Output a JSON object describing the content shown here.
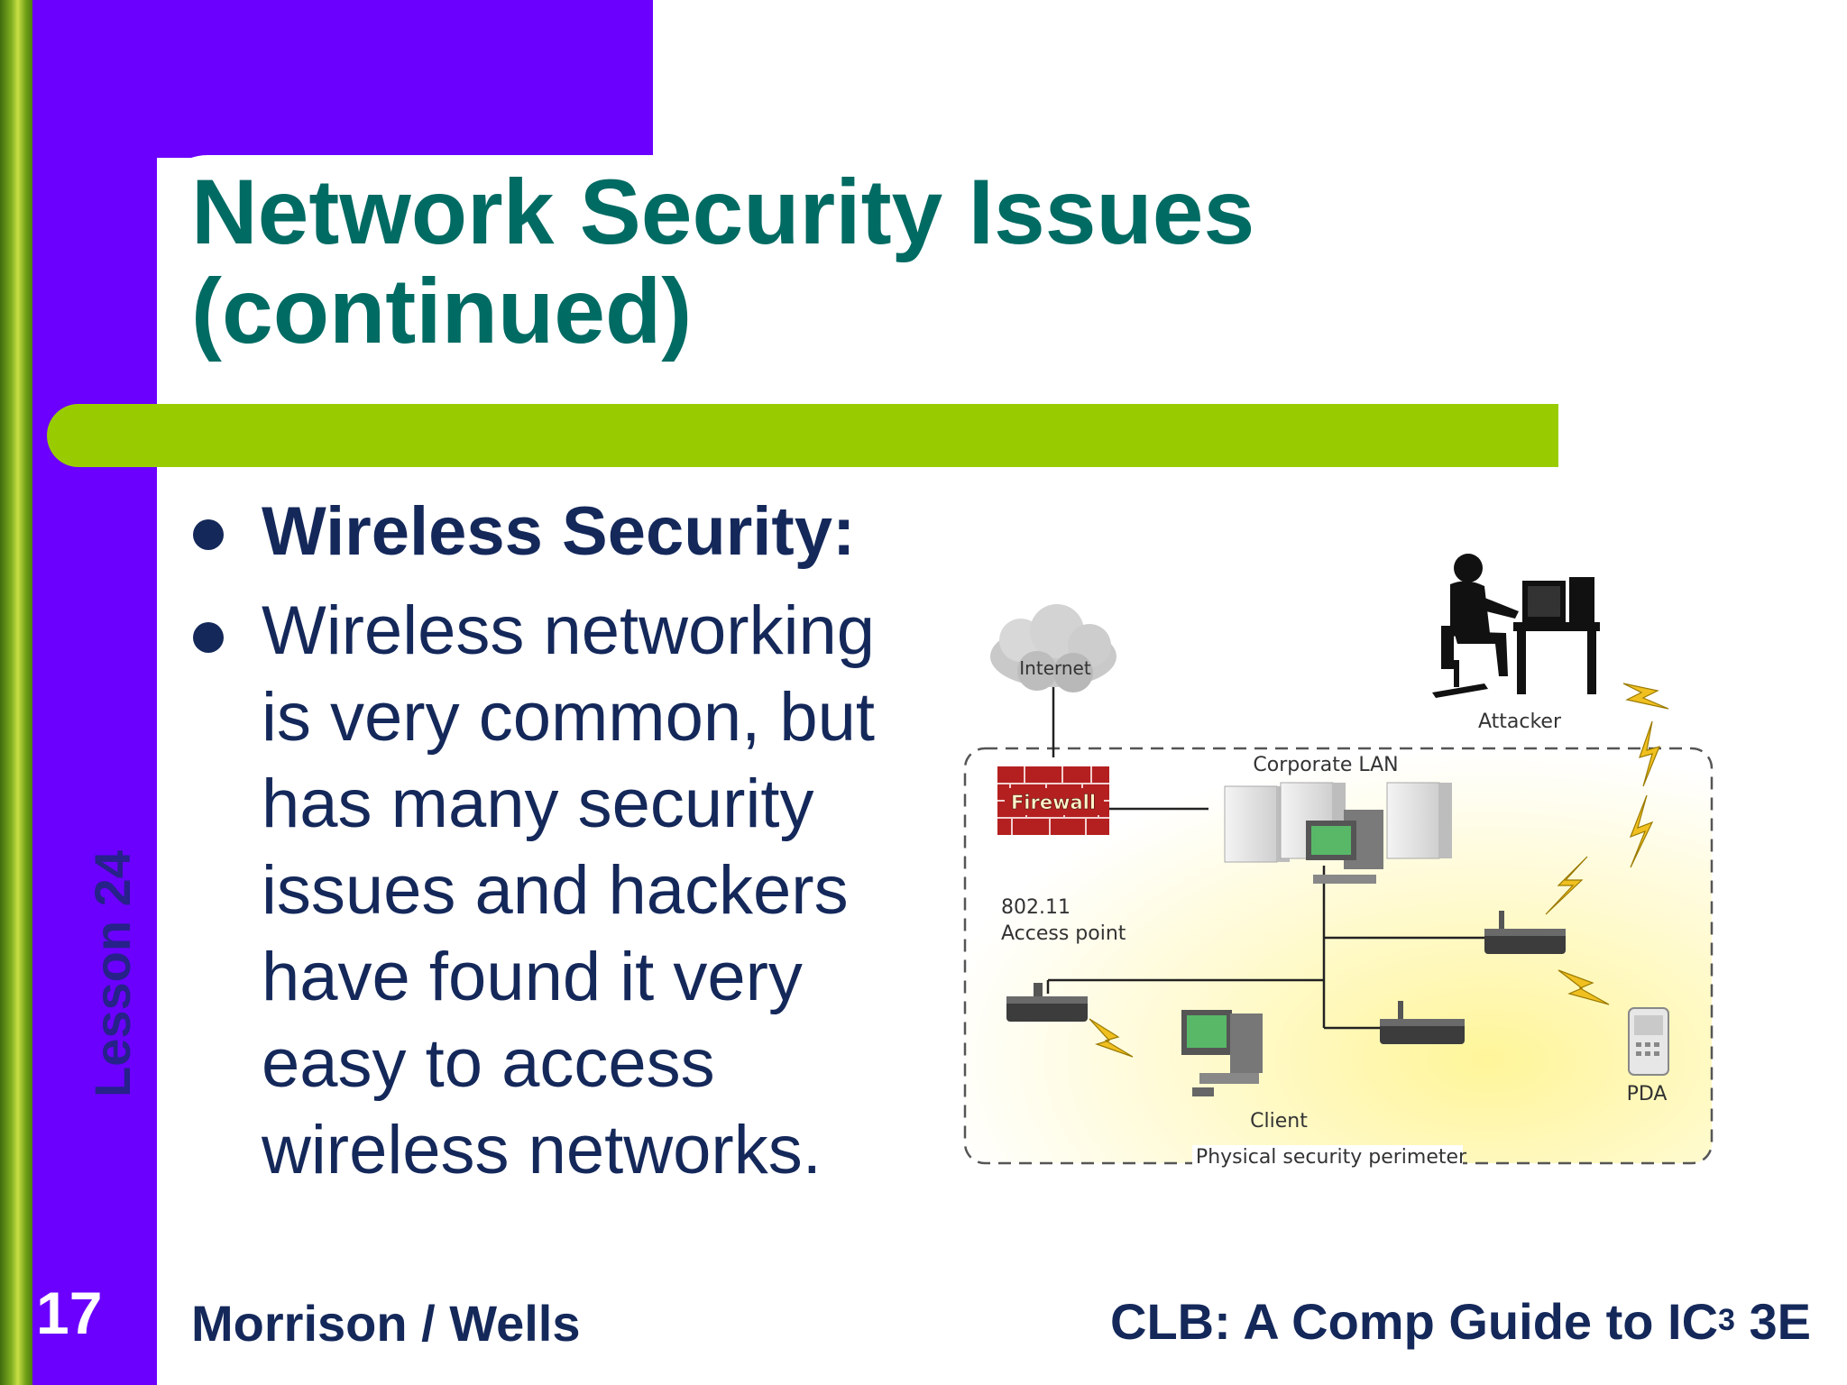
{
  "slide": {
    "title": "Network Security Issues (continued)",
    "lesson_label": "Lesson 24",
    "slide_number": "17",
    "footer_left": "Morrison / Wells",
    "footer_right_prefix": "CLB: A Comp Guide to IC",
    "footer_right_superscript": "3",
    "footer_right_suffix": " 3E"
  },
  "bullets": [
    "Wireless Security:",
    "Wireless networking is very common, but has many security issues and hackers have found it very easy to access wireless networks."
  ],
  "diagram": {
    "labels": {
      "internet": "Internet",
      "firewall": "Firewall",
      "corporate_lan": "Corporate LAN",
      "attacker": "Attacker",
      "access_point_line1": "802.11",
      "access_point_line2": "Access point",
      "client": "Client",
      "pda": "PDA",
      "perimeter": "Physical security perimeter"
    }
  },
  "colors": {
    "purple": "#6b00ff",
    "title_teal": "#006b63",
    "lime_rule": "#99cc00",
    "text_navy": "#14285a",
    "lesson_text": "#27218a",
    "firewall_red": "#b42020"
  }
}
